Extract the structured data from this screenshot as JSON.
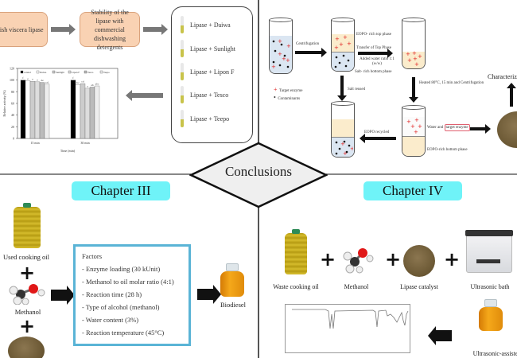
{
  "center": {
    "title": "Conclusions"
  },
  "top_left": {
    "flow": [
      {
        "text": "Fish viscera lipase"
      },
      {
        "text": "Stability of the lipase with commercial dishwashing detergents"
      }
    ],
    "detergents": [
      "Lipase + Daiwa",
      "Lipase + Sunlight",
      "Lipase + Lipon F",
      "Lipase + Tesco",
      "Lipase + Teepo"
    ]
  },
  "chart_data": {
    "type": "bar",
    "title": "",
    "xlabel": "Time (min)",
    "ylabel": "Relative activity (%)",
    "ylim": [
      0,
      120
    ],
    "yticks": [
      0,
      20,
      40,
      60,
      80,
      100,
      120
    ],
    "categories": [
      "15 min",
      "30 min"
    ],
    "legend": "top",
    "series": [
      {
        "name": "control",
        "values": [
          100,
          100
        ],
        "labels": [
          "f",
          "f"
        ],
        "color": "#000000"
      },
      {
        "name": "Daiwa",
        "values": [
          99,
          92
        ],
        "labels": [
          "e",
          "bc"
        ],
        "color": "#ffffff"
      },
      {
        "name": "Sunlight",
        "values": [
          98,
          94
        ],
        "labels": [
          "e",
          "cd"
        ],
        "color": "#cccccc"
      },
      {
        "name": "Lipon F",
        "values": [
          97,
          86
        ],
        "labels": [
          "e",
          "a"
        ],
        "color": "#dddddd"
      },
      {
        "name": "Tesco",
        "values": [
          96,
          88
        ],
        "labels": [
          "de",
          "ab"
        ],
        "color": "#bbbbbb"
      },
      {
        "name": "Teepo",
        "values": [
          93,
          90
        ],
        "labels": [
          "cd",
          "abc"
        ],
        "color": "#eeeeee"
      }
    ]
  },
  "top_right": {
    "labels": {
      "centrifugation": "Centrifugation",
      "top_phase": "EOPO- rich top phase",
      "transfer": "Transfer of Top Phase",
      "water_ratio": "Added water ratio 1:1 (w/w)",
      "bottom_phase": "Salt- rich bottom phase",
      "salt_reused": "Salt reused",
      "heated": "Heated 80°C, 15 min and Centrifugation",
      "eopo_recycled": "EOPO recycled",
      "water_enzyme_prefix": "Water and ",
      "water_enzyme_highlight": "target enzyme",
      "eopo_bottom": "EOPO-rich bottom phase",
      "characterization": "Characterization"
    },
    "legend": [
      {
        "symbol": "+",
        "label": "Target enzyme",
        "color": "#e02020"
      },
      {
        "symbol": "•",
        "label": "Contaminants",
        "color": "#111111"
      }
    ]
  },
  "chapter3": {
    "title": "Chapter III",
    "inputs": [
      "Used cooking oil",
      "Methanol"
    ],
    "factors_title": "Factors",
    "factors": [
      "- Enzyme loading (30 kUnit)",
      "- Methanol to oil molar ratio (4:1)",
      "- Reaction time (28 h)",
      "- Type of alcohol (methanol)",
      "- Water content (3%)",
      "- Reaction temperature (45°C)"
    ],
    "product": "Biodiesel"
  },
  "chapter4": {
    "title": "Chapter IV",
    "inputs": [
      "Waste cooking oil",
      "Methanol",
      "Lipase catalyst",
      "Ultrasonic bath"
    ],
    "product": "Ultrasonic-assisted"
  }
}
